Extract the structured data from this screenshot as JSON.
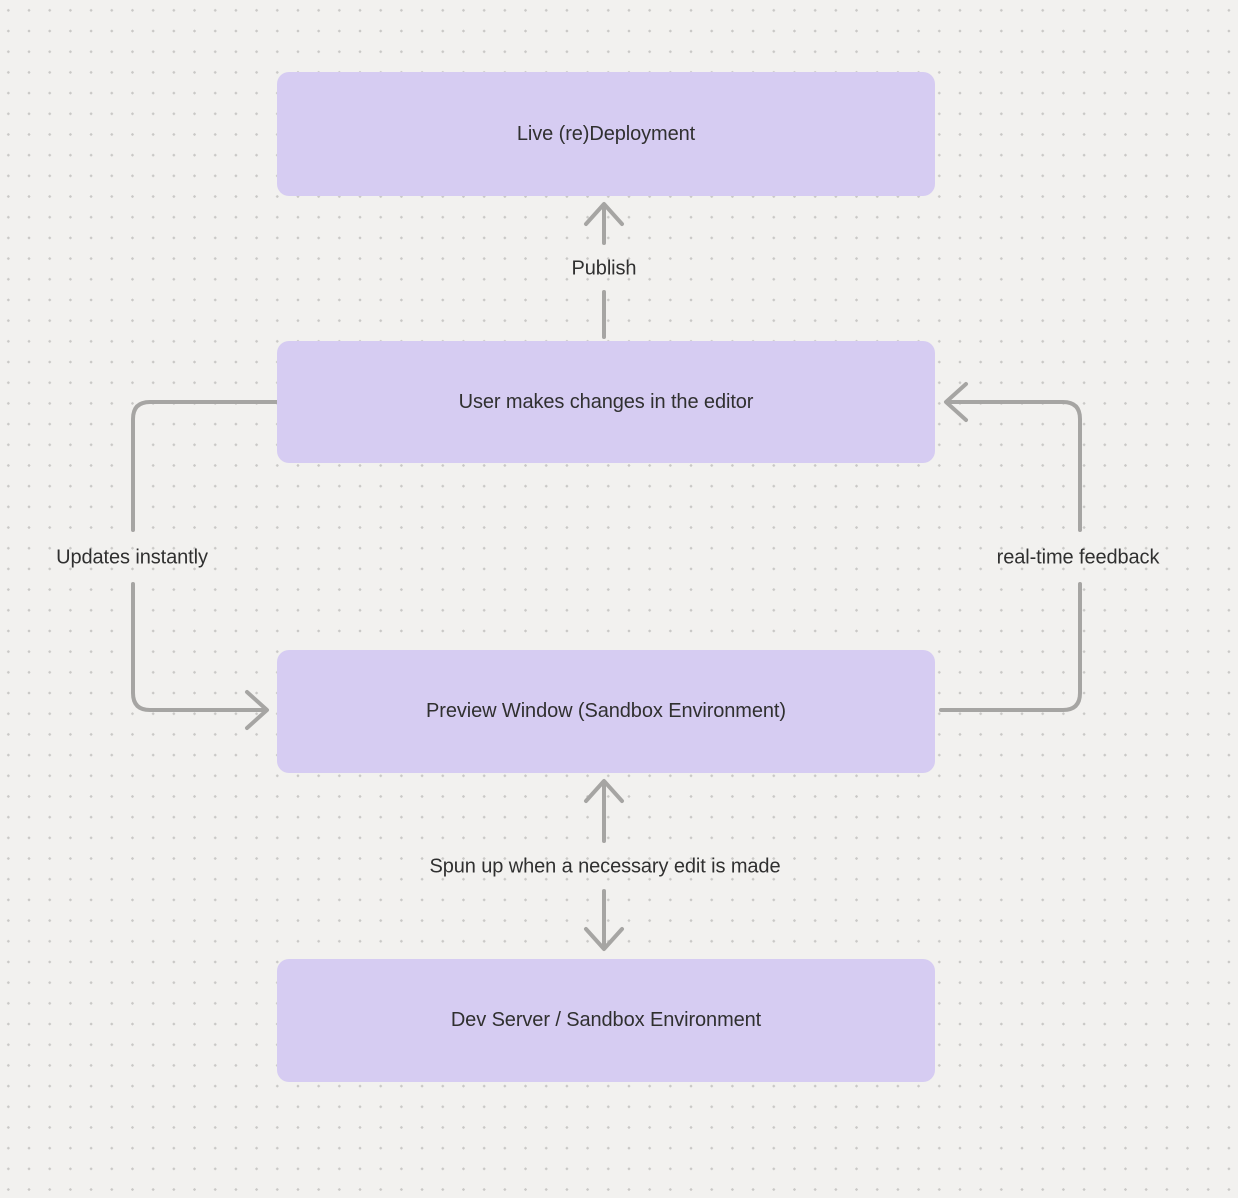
{
  "diagram": {
    "background_color": "#f2f1ef",
    "dot_grid_color": "#c9c8c6",
    "node_fill_color": "#d6ccf2",
    "arrow_color": "#a6a5a3",
    "text_color": "#303030",
    "nodes": [
      {
        "id": "live-redeployment",
        "label": "Live (re)Deployment"
      },
      {
        "id": "user-editor",
        "label": "User makes changes in the editor"
      },
      {
        "id": "preview-window",
        "label": "Preview Window (Sandbox Environment)"
      },
      {
        "id": "dev-server",
        "label": "Dev Server / Sandbox Environment"
      }
    ],
    "edges": [
      {
        "id": "publish",
        "label": "Publish",
        "from": "user-editor",
        "to": "live-redeployment",
        "style": "straight-up-arrow"
      },
      {
        "id": "updates-instantly",
        "label": "Updates instantly",
        "from": "user-editor",
        "to": "preview-window",
        "style": "left-side-loop-arrow"
      },
      {
        "id": "realtime-feedback",
        "label": "real-time feedback",
        "from": "preview-window",
        "to": "user-editor",
        "style": "right-side-loop-arrow"
      },
      {
        "id": "spun-up",
        "label": "Spun up when a necessary edit is made",
        "from": "dev-server",
        "to": "preview-window",
        "style": "bidirectional-vertical-arrows"
      }
    ]
  }
}
